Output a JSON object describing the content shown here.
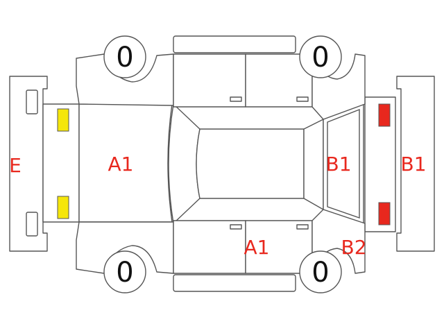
{
  "colors": {
    "label": "#e8281e",
    "line": "#555555",
    "yellow_marker": "#f5e60a",
    "red_marker": "#e8281e"
  },
  "labels": {
    "front": "E",
    "hood": "A1",
    "door_right": "A1",
    "rear_glass": "B1",
    "rear_bumper": "B1",
    "rear_quarter": "B2"
  },
  "tires": {
    "front_left": "0",
    "rear_left": "0",
    "front_right": "0",
    "rear_right": "0"
  }
}
